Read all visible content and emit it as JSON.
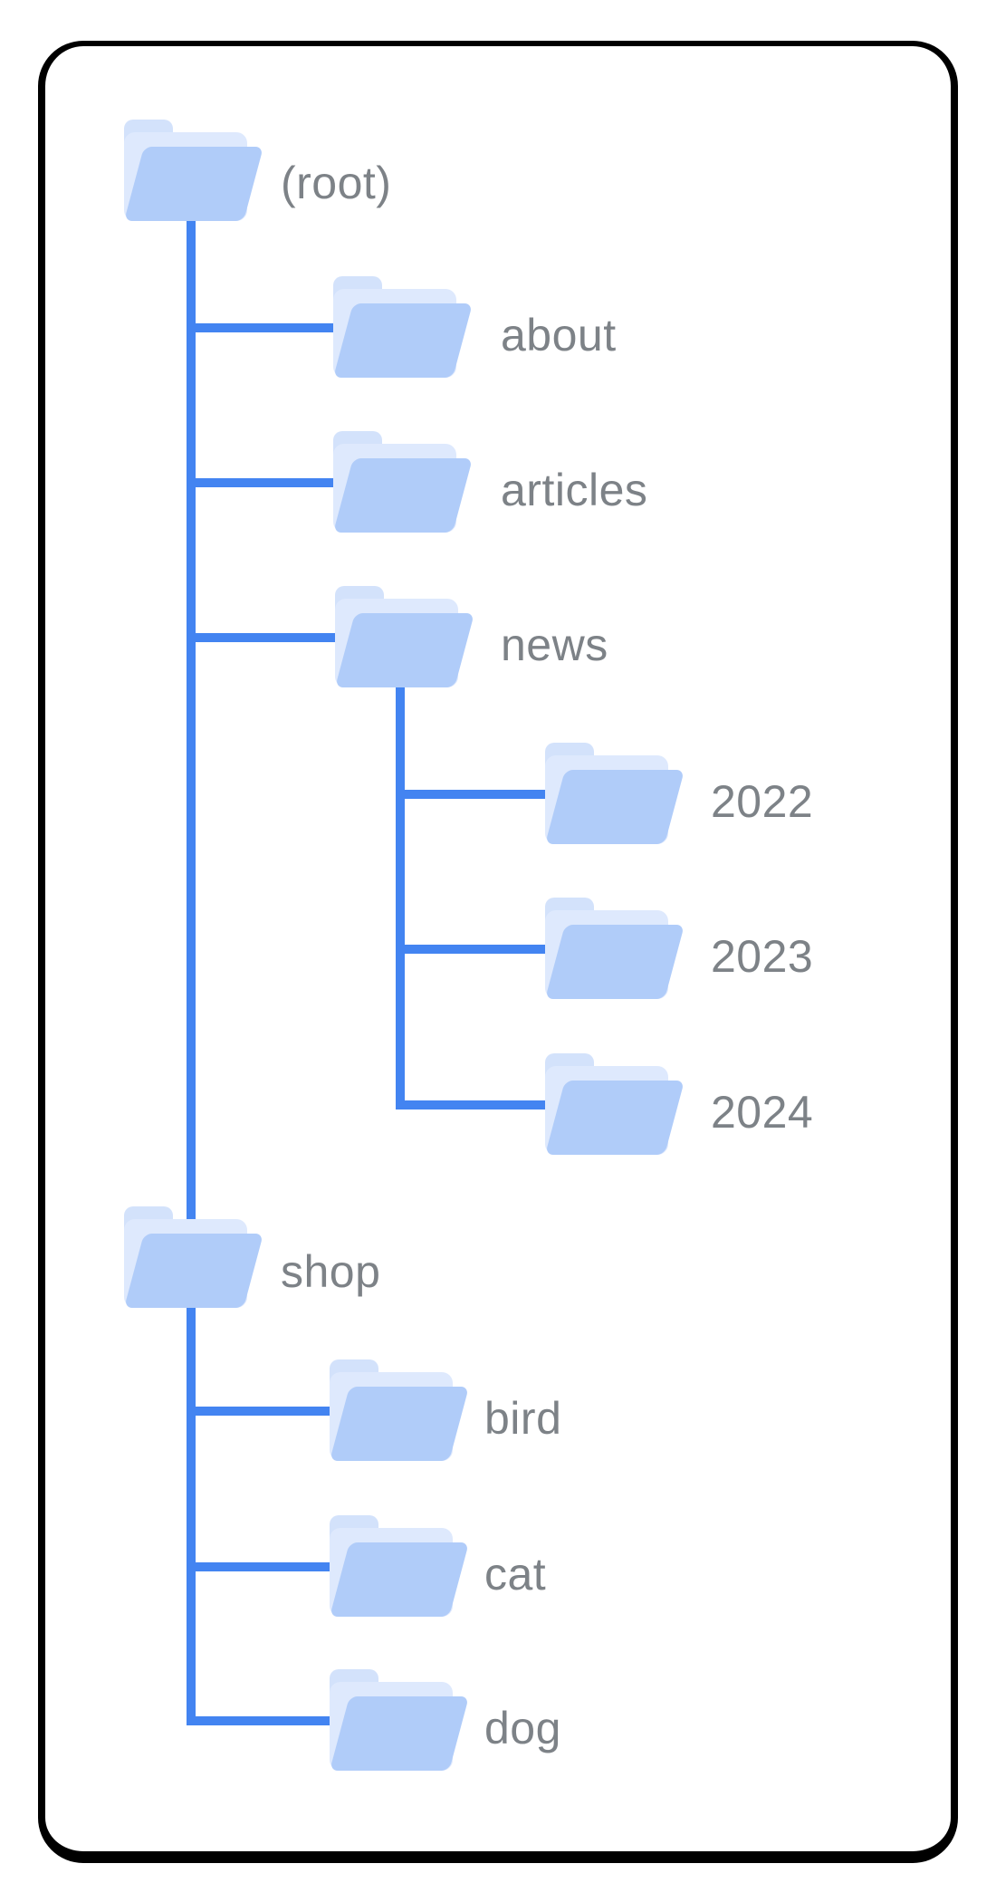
{
  "figure": {
    "type": "site-folder-structure-tree",
    "description": "Tree diagram of a website directory hierarchy inside a black rounded frame"
  },
  "colors": {
    "connector": "#4384F1",
    "folder-front": "#B0CCF9",
    "folder-back": "#DEE9FD",
    "folder-tab": "#D3E2FB",
    "label-text": "#7D8287",
    "frame-border": "#000000",
    "canvas-bg": "#FFFFFF"
  },
  "tree": {
    "label": "(root)",
    "children": [
      {
        "label": "about",
        "children": []
      },
      {
        "label": "articles",
        "children": []
      },
      {
        "label": "news",
        "children": [
          {
            "label": "2022"
          },
          {
            "label": "2023"
          },
          {
            "label": "2024"
          }
        ]
      },
      {
        "label": "shop",
        "children": [
          {
            "label": "bird"
          },
          {
            "label": "cat"
          },
          {
            "label": "dog"
          }
        ]
      }
    ]
  }
}
